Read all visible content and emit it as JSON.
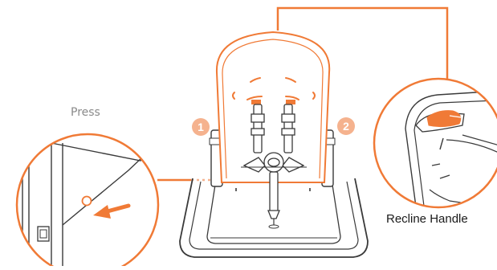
{
  "labels": {
    "press": "Press",
    "recline_handle": "Recline Handle"
  },
  "markers": [
    {
      "text": "1"
    },
    {
      "text": "2"
    }
  ],
  "colors": {
    "accent": "#f07a36",
    "marker_fill": "#f5b28e",
    "line": "#3a3a3a",
    "background": "#ffffff"
  },
  "icons": {
    "press_arrow": "arrow-icon",
    "seat": "high-chair-seat-icon",
    "handle": "recline-handle-icon"
  }
}
